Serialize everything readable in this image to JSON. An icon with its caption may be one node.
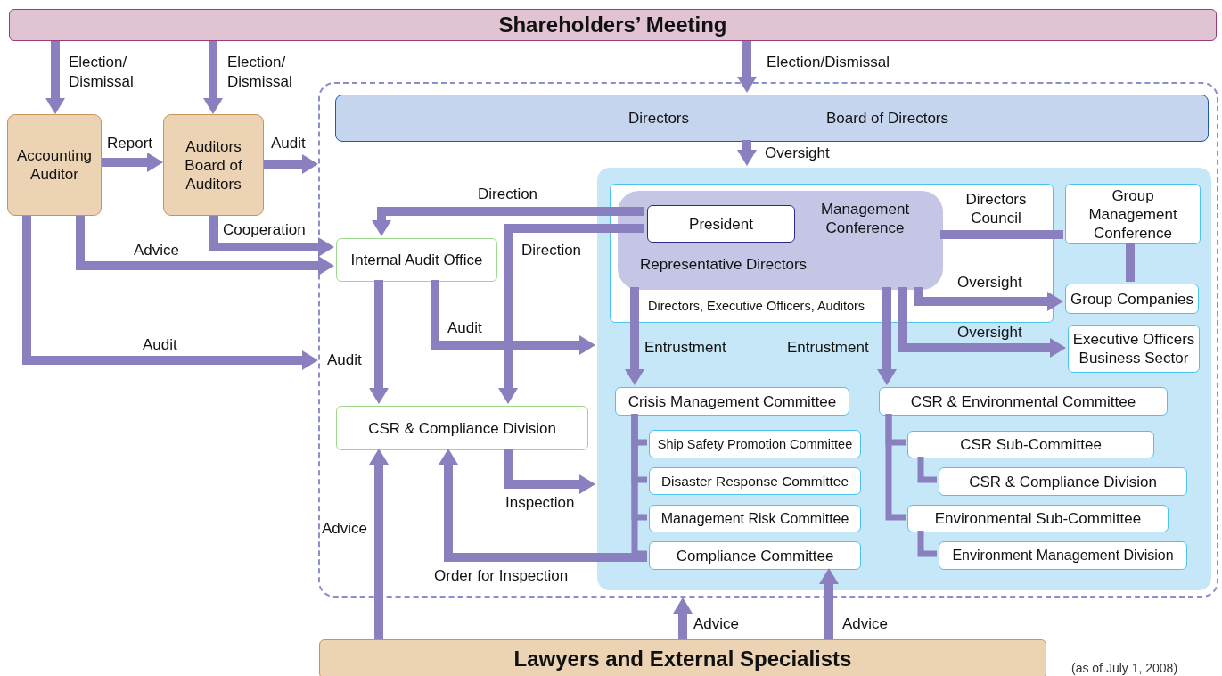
{
  "diagram": {
    "nodes": [
      {
        "text": [
          "Shareholders’ Meeting"
        ]
      },
      {
        "text": [],
        "shape": "box"
      },
      {
        "text": [
          "Directors",
          "Board of Directors"
        ],
        "in": 1
      },
      {
        "text": [
          "Accounting Auditor"
        ]
      },
      {
        "text": [
          "Auditors Board of Auditors"
        ]
      },
      {
        "text": [],
        "shape": "box",
        "in": 1
      },
      {
        "text": [
          "Directors Council",
          "Directors, Executive Officers, Auditors"
        ],
        "in": 5
      },
      {
        "text": [
          "Management Conference",
          "Representative Directors"
        ],
        "in": 6
      },
      {
        "text": [
          "President"
        ],
        "in": 7
      },
      {
        "text": [
          "Group Management Conference"
        ],
        "in": 5
      },
      {
        "text": [
          "Group Companies"
        ],
        "in": 5
      },
      {
        "text": [
          "Executive Officers Business Sector"
        ],
        "in": 5
      },
      {
        "text": [
          "Internal Audit Office"
        ],
        "in": 1
      },
      {
        "text": [
          "CSR & Compliance Division"
        ],
        "in": 1
      },
      {
        "text": [
          "Crisis Management Committee"
        ],
        "in": 5
      },
      {
        "text": [
          "Ship Safety Promotion Committee"
        ],
        "in": 5
      },
      {
        "text": [
          "Disaster Response Committee"
        ],
        "in": 5
      },
      {
        "text": [
          "Management Risk Committee"
        ],
        "in": 5
      },
      {
        "text": [
          "Compliance Committee"
        ],
        "in": 5
      },
      {
        "text": [
          "CSR & Environmental Committee"
        ],
        "in": 5
      },
      {
        "text": [
          "CSR Sub-Committee"
        ],
        "in": 5
      },
      {
        "text": [
          "CSR & Compliance Division"
        ],
        "in": 5
      },
      {
        "text": [
          "Environmental Sub-Committee"
        ],
        "in": 5
      },
      {
        "text": [
          "Environment Management Division"
        ],
        "in": 5
      },
      {
        "text": [
          "Lawyers and External Specialists"
        ]
      }
    ],
    "edges": [
      {
        "from": 0,
        "to": 3,
        "arrow": "to",
        "label": "Election/ Dismissal"
      },
      {
        "from": 0,
        "to": 4,
        "arrow": "to",
        "label": "Election/ Dismissal"
      },
      {
        "from": 0,
        "to": 2,
        "arrow": "to",
        "label": "Election/Dismissal"
      },
      {
        "from": 3,
        "to": 4,
        "arrow": "to",
        "label": "Report"
      },
      {
        "from": 4,
        "to": 1,
        "arrow": "to",
        "label": "Audit"
      },
      {
        "from": 4,
        "to": 12,
        "arrow": "to",
        "label": "Cooperation"
      },
      {
        "from": 3,
        "to": 12,
        "arrow": "to",
        "label": "Advice"
      },
      {
        "from": 3,
        "to": 1,
        "arrow": "to",
        "label": "Audit"
      },
      {
        "from": 2,
        "to": 5,
        "arrow": "to",
        "label": "Oversight"
      },
      {
        "from": 8,
        "to": 12,
        "arrow": "to",
        "label": "Direction"
      },
      {
        "from": 8,
        "to": 13,
        "arrow": "to",
        "label": "Direction"
      },
      {
        "from": 12,
        "to": 13,
        "arrow": "to",
        "label": "Audit"
      },
      {
        "from": 12,
        "to": 5,
        "arrow": "to",
        "label": "Audit"
      },
      {
        "from": 7,
        "to": 14,
        "arrow": "to",
        "label": "Entrustment"
      },
      {
        "from": 7,
        "to": 19,
        "arrow": "to",
        "label": "Entrustment"
      },
      {
        "from": 7,
        "to": 10,
        "arrow": "to",
        "label": "Oversight"
      },
      {
        "from": 7,
        "to": 11,
        "arrow": "to",
        "label": "Oversight"
      },
      {
        "from": 7,
        "to": 9,
        "arrow": "none"
      },
      {
        "from": 9,
        "to": 10,
        "arrow": "none"
      },
      {
        "from": 14,
        "to": 15,
        "arrow": "none"
      },
      {
        "from": 14,
        "to": 16,
        "arrow": "none"
      },
      {
        "from": 14,
        "to": 17,
        "arrow": "none"
      },
      {
        "from": 14,
        "to": 18,
        "arrow": "none"
      },
      {
        "from": 19,
        "to": 20,
        "arrow": "none"
      },
      {
        "from": 19,
        "to": 22,
        "arrow": "none"
      },
      {
        "from": 20,
        "to": 21,
        "arrow": "none"
      },
      {
        "from": 22,
        "to": 23,
        "arrow": "none"
      },
      {
        "from": 13,
        "to": 5,
        "arrow": "to",
        "label": "Inspection"
      },
      {
        "from": 18,
        "to": 13,
        "arrow": "to",
        "label": "Order for Inspection"
      },
      {
        "from": 24,
        "to": 13,
        "arrow": "to",
        "label": "Advice"
      },
      {
        "from": 24,
        "to": 1,
        "arrow": "to",
        "label": "Advice"
      },
      {
        "from": 24,
        "to": 18,
        "arrow": "to",
        "label": "Advice"
      }
    ],
    "labels": [
      "(as of July 1, 2008)"
    ]
  }
}
